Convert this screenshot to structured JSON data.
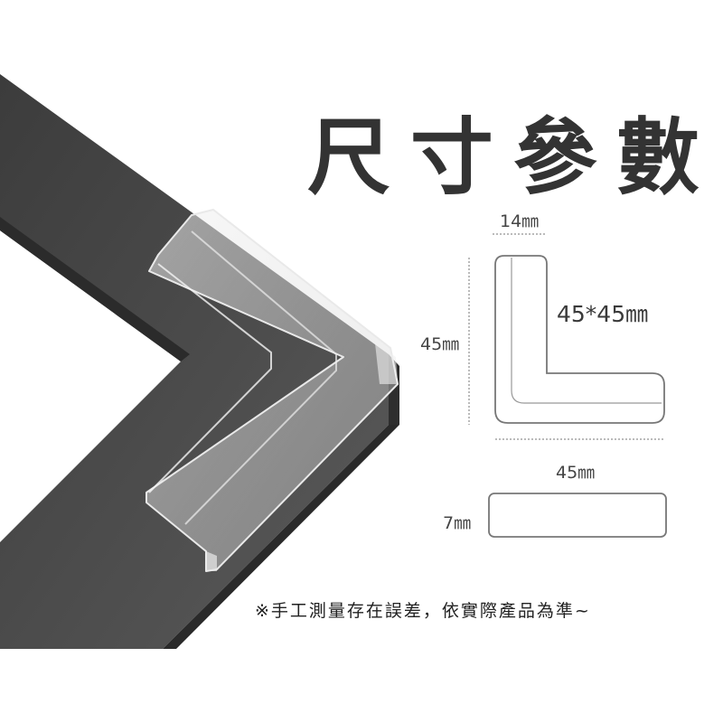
{
  "title": "尺寸參數",
  "dimensions": {
    "width_top": "14㎜",
    "size": "45*45㎜",
    "height_left": "45㎜",
    "width_bottom": "45㎜",
    "thickness": "7㎜"
  },
  "note": "※手工測量存在誤差，依實際產品為準~",
  "colors": {
    "frame": "#4a4a4a",
    "frame_dark": "#2e2e2e",
    "text": "#333333",
    "outline": "#777777"
  }
}
